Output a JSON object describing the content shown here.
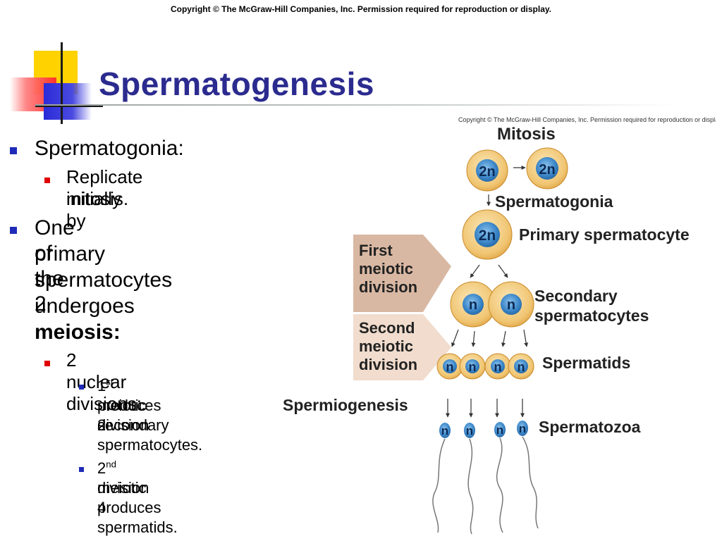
{
  "slide": {
    "copyright": "Copyright © The McGraw-Hill Companies, Inc. Permission required for reproduction or display.",
    "title": "Spermatogenesis"
  },
  "bullets": {
    "b1_label": "Spermatogonia:",
    "b1_sub": [
      "Replicate initially by",
      "mitosis."
    ],
    "b2_lines": [
      "One of the 2",
      "primary",
      "spermatocytes",
      "undergoes"
    ],
    "b2_bold": "meiosis:",
    "b2_sub": "2 nuclear divisions:",
    "sub1": {
      "num": "1",
      "sup": "st",
      "line1_rest": " meiotic division",
      "lines": [
        "produces 2",
        "secondary",
        "spermatocytes."
      ]
    },
    "sub2": {
      "num": "2",
      "sup": "nd",
      "line1_rest": " meiotic",
      "lines": [
        "division produces",
        "4 spermatids."
      ]
    }
  },
  "figure": {
    "copyright": "Copyright © The McGraw-Hill Companies, Inc. Permission required for reproduction or display.",
    "mitosis": "Mitosis",
    "spermatogonia": "Spermatogonia",
    "primary": "Primary spermatocyte",
    "secondary": [
      "Secondary",
      "spermatocytes"
    ],
    "spermatids": "Spermatids",
    "spermiogenesis": "Spermiogenesis",
    "spermatozoa": "Spermatozoa",
    "first_meiotic": [
      "First",
      "meiotic",
      "division"
    ],
    "second_meiotic": [
      "Second",
      "meiotic",
      "division"
    ],
    "diploid": "2n",
    "haploid": "n"
  },
  "colors": {
    "title": "#2b2b8f",
    "cell_outer": "#e9b85a",
    "nucleus": "#3a86c8",
    "arrow_box": "#d8b9a4"
  }
}
